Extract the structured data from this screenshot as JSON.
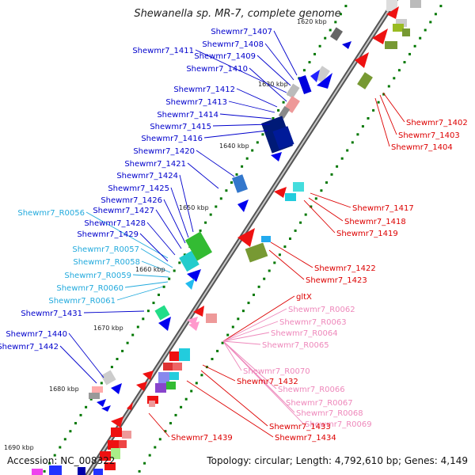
{
  "title": "Shewanella sp. MR-7, complete genome",
  "footer": {
    "accession": "Accession: NC_008322",
    "summary": "Topology: circular; Length: 4,792,610 bp; Genes: 4,149"
  },
  "colors": {
    "backbone": "#808080",
    "blue_label": "#0000cc",
    "cyan_label": "#22aadd",
    "red_label": "#dd0000",
    "pink_label": "#ee88bb",
    "tick": "#007700"
  },
  "kbp_labels": [
    "1620 kbp",
    "1630 kbp",
    "1640 kbp",
    "1650 kbp",
    "1660 kbp",
    "1670 kbp",
    "1680 kbp",
    "1690 kbp"
  ],
  "labels": {
    "left": [
      "Shewmr7_1407",
      "Shewmr7_1408",
      "Shewmr7_1411",
      "Shewmr7_1409",
      "Shewmr7_1410",
      "Shewmr7_1412",
      "Shewmr7_1413",
      "Shewmr7_1414",
      "Shewmr7_1415",
      "Shewmr7_1416",
      "Shewmr7_1420",
      "Shewmr7_1421",
      "Shewmr7_1424",
      "Shewmr7_1425",
      "Shewmr7_1426",
      "Shewmr7_1427",
      "Shewmr7_R0056",
      "Shewmr7_1428",
      "Shewmr7_1429",
      "Shewmr7_R0057",
      "Shewmr7_R0058",
      "Shewmr7_R0059",
      "Shewmr7_R0060",
      "Shewmr7_R0061",
      "Shewmr7_1431",
      "Shewmr7_1440",
      "Shewmr7_1442"
    ],
    "right": [
      "Shewmr7_1402",
      "Shewmr7_1403",
      "Shewmr7_1404",
      "Shewmr7_1417",
      "Shewmr7_1418",
      "Shewmr7_1419",
      "Shewmr7_1422",
      "Shewmr7_1423",
      "gltX",
      "Shewmr7_R0062",
      "Shewmr7_R0063",
      "Shewmr7_R0064",
      "Shewmr7_R0065",
      "Shewmr7_R0070",
      "Shewmr7_1432",
      "Shewmr7_R0066",
      "Shewmr7_R0067",
      "Shewmr7_R0068",
      "Shewmr7_R0069",
      "Shewmr7_1433",
      "Shewmr7_1439",
      "Shewmr7_1434"
    ]
  }
}
